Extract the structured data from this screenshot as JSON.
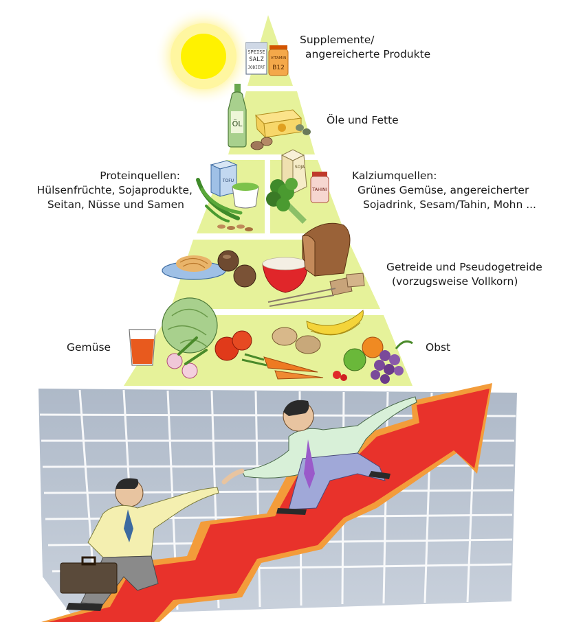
{
  "labels": {
    "supplements": [
      "Supplemente/",
      "angereicherte Produkte"
    ],
    "oils": [
      "Öle und Fette"
    ],
    "protein": [
      "Proteinquellen:",
      "Hülsenfrüchte, Sojaprodukte,",
      "Seitan, Nüsse und Samen"
    ],
    "calcium": [
      "Kalziumquellen:",
      "Grünes Gemüse, angereicherter",
      "Sojadrink, Sesam/Tahin, Mohn ..."
    ],
    "grains": [
      "Getreide und Pseudogetreide",
      "(vorzugsweise Vollkorn)"
    ],
    "vegetables": [
      "Gemüse"
    ],
    "fruit": [
      "Obst"
    ]
  },
  "product_text": {
    "salt_box": [
      "SPEISE",
      "SALZ",
      "JODIERT"
    ],
    "vitamin_jar": [
      "VITAMIN",
      "B12"
    ],
    "oil_bottle": "ÖL",
    "tofu_box": "TOFU",
    "soy_carton": "SOJA",
    "tahini_jar": "TAHINI"
  },
  "colors": {
    "pyramid_fill": "#e6f29a",
    "pyramid_gap": "#ffffff",
    "sun": "#fff200",
    "sun_halo": "#fff6a8",
    "arrow": "#e8322b",
    "grid_bg": "#b9c4d2",
    "grid_lines": "#ffffff"
  }
}
